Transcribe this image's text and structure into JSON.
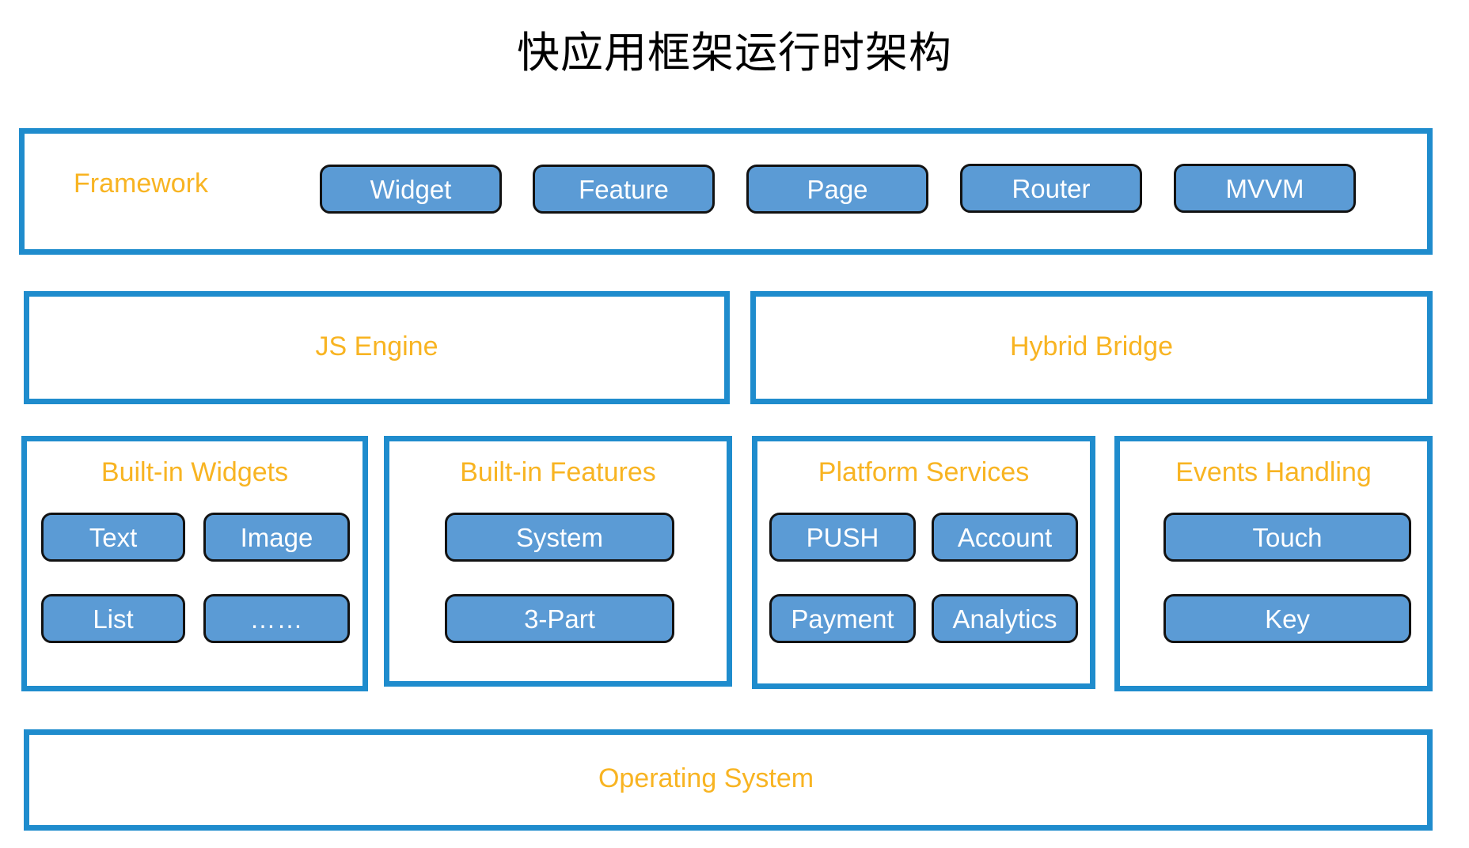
{
  "title": "快应用框架运行时架构",
  "colors": {
    "outline_blue": "#1f8ccd",
    "node_fill": "#5b9bd5",
    "node_border": "#121212",
    "label_orange": "#f8b422",
    "node_text": "#ffffff",
    "background": "#ffffff",
    "title_text": "#000000"
  },
  "layers": {
    "framework": {
      "label": "Framework",
      "nodes": [
        {
          "label": "Widget"
        },
        {
          "label": "Feature"
        },
        {
          "label": "Page"
        },
        {
          "label": "Router"
        },
        {
          "label": "MVVM"
        }
      ]
    },
    "middleware": {
      "nodes": [
        {
          "label": "JS Engine"
        },
        {
          "label": "Hybrid Bridge"
        }
      ]
    },
    "services": {
      "groups": [
        {
          "label": "Built-in Widgets",
          "nodes": [
            {
              "label": "Text"
            },
            {
              "label": "Image"
            },
            {
              "label": "List"
            },
            {
              "label": "……"
            }
          ]
        },
        {
          "label": "Built-in Features",
          "nodes": [
            {
              "label": "System"
            },
            {
              "label": "3-Part"
            }
          ]
        },
        {
          "label": "Platform Services",
          "nodes": [
            {
              "label": "PUSH"
            },
            {
              "label": "Account"
            },
            {
              "label": "Payment"
            },
            {
              "label": "Analytics"
            }
          ]
        },
        {
          "label": "Events Handling",
          "nodes": [
            {
              "label": "Touch"
            },
            {
              "label": "Key"
            }
          ]
        }
      ]
    },
    "os": {
      "label": "Operating System"
    }
  }
}
